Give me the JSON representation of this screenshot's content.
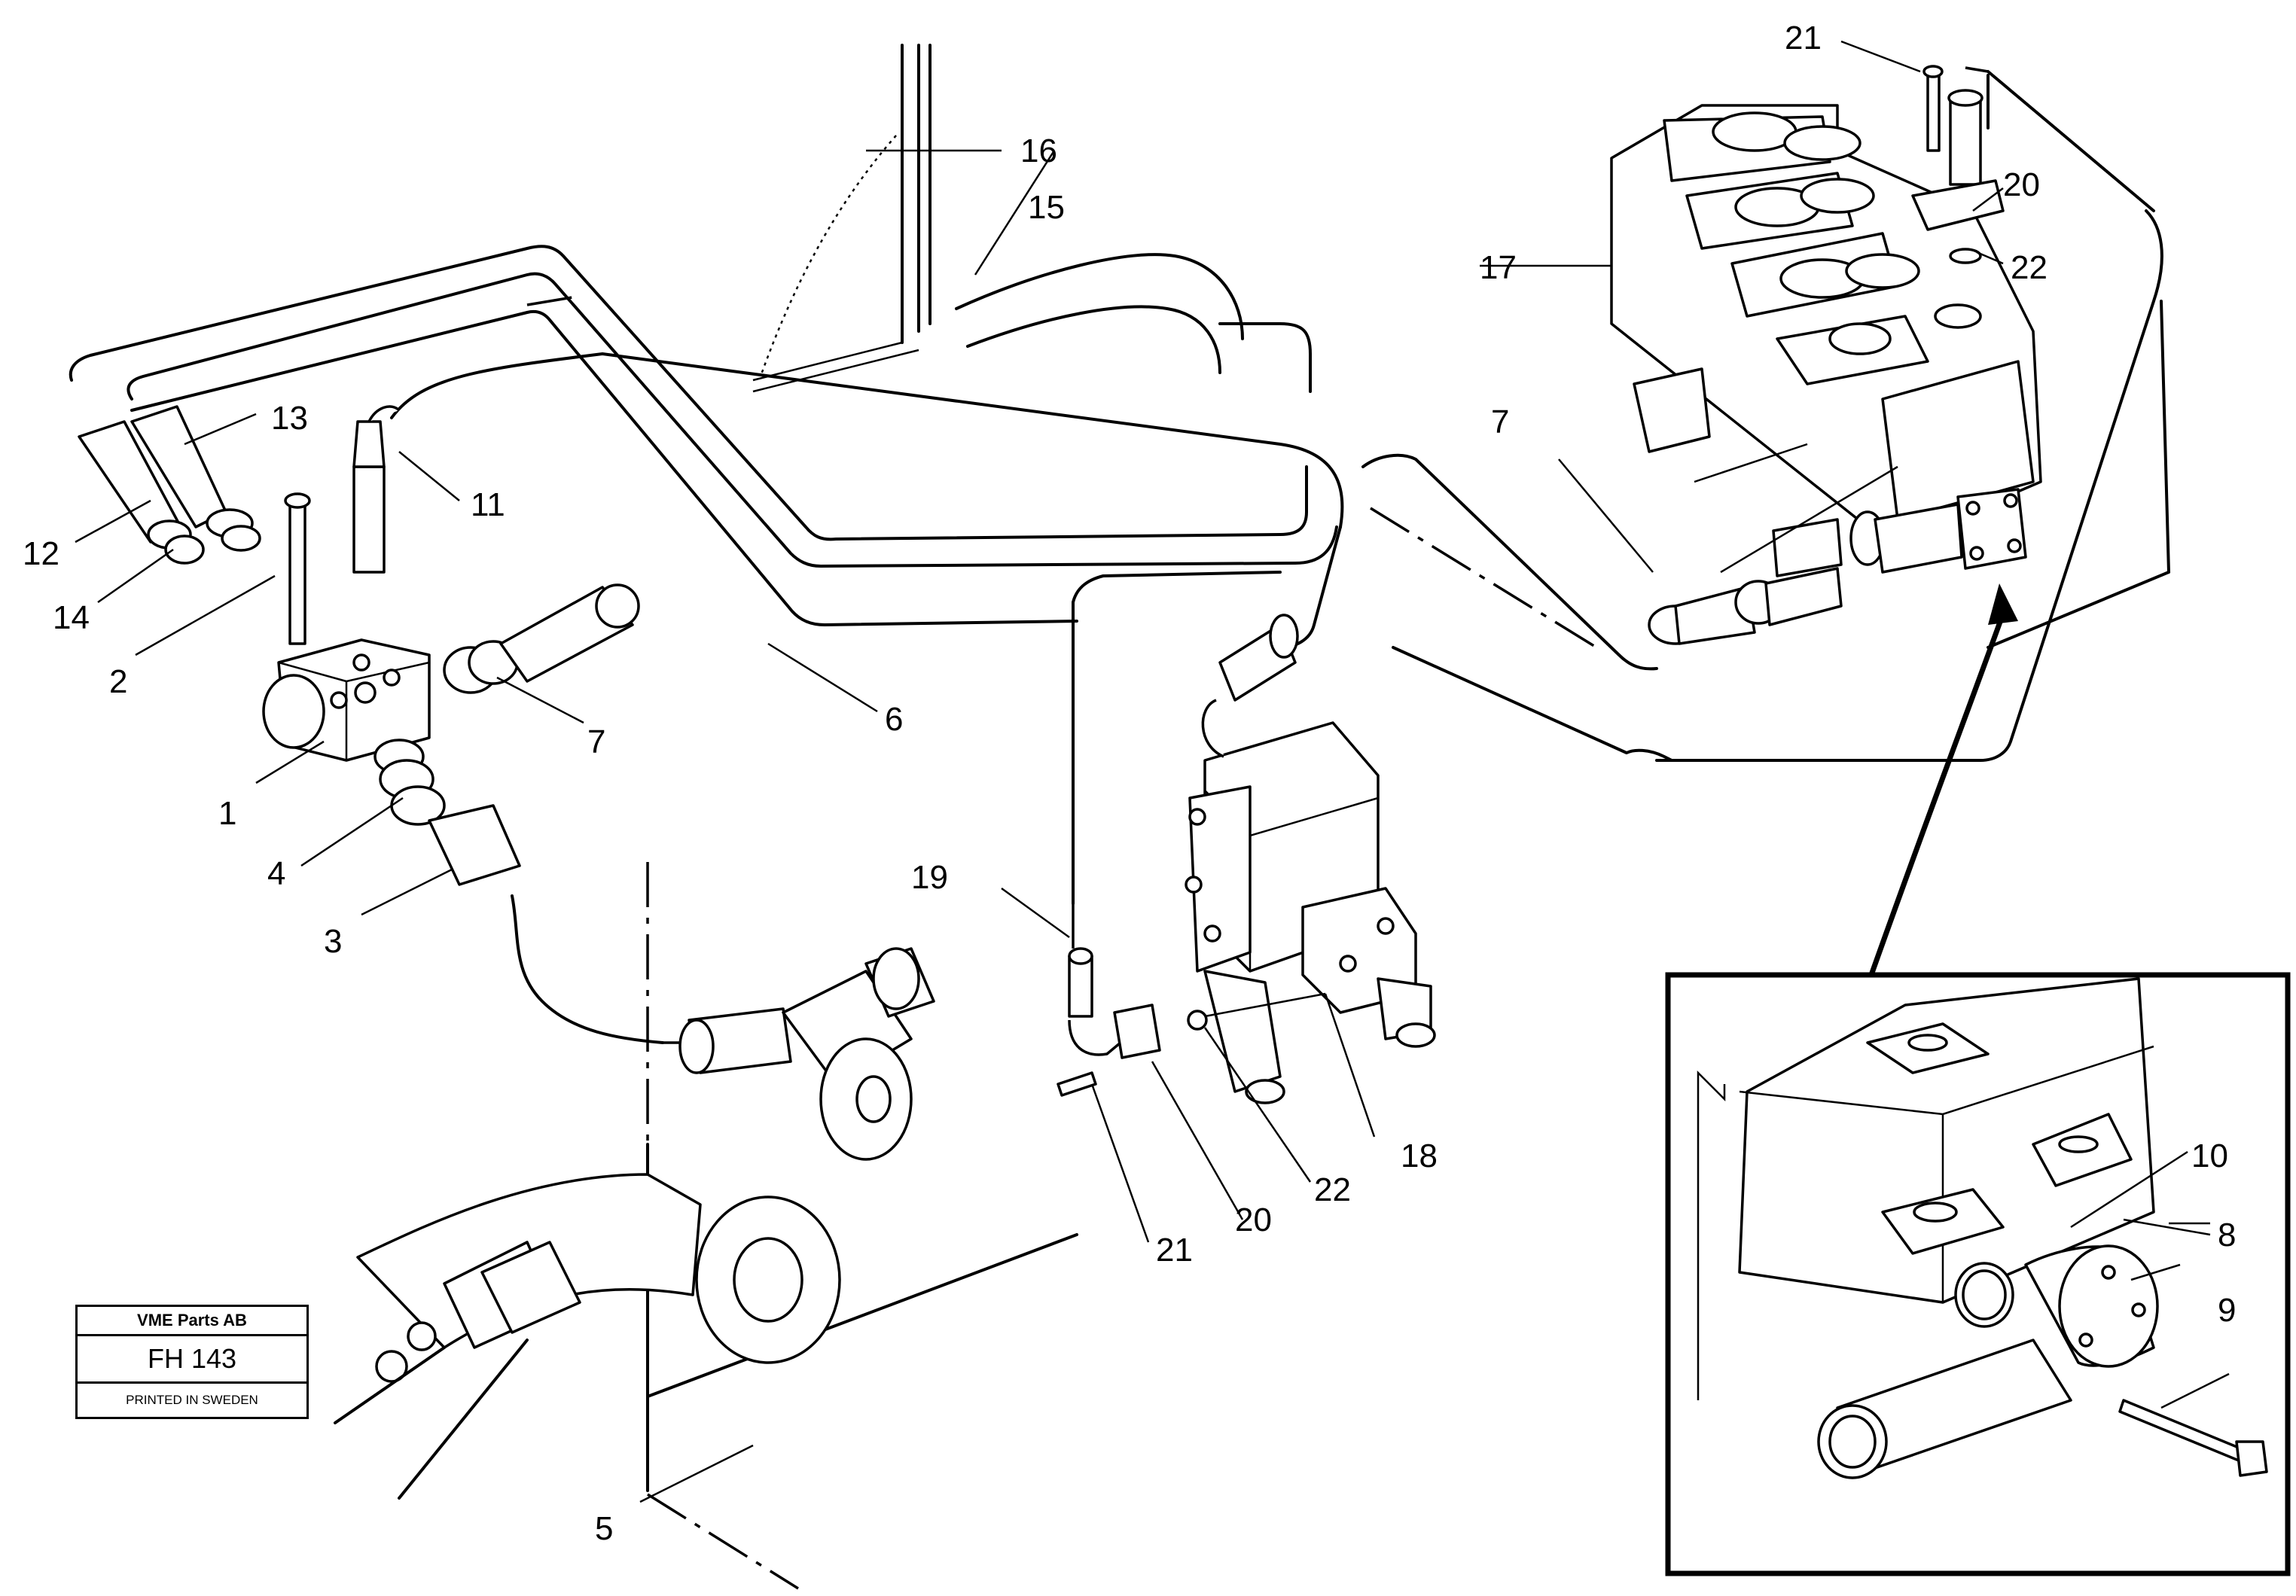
{
  "callouts": [
    {
      "id": "c1",
      "text": "1"
    },
    {
      "id": "c2",
      "text": "2"
    },
    {
      "id": "c3",
      "text": "3"
    },
    {
      "id": "c4",
      "text": "4"
    },
    {
      "id": "c5",
      "text": "5"
    },
    {
      "id": "c6",
      "text": "6"
    },
    {
      "id": "c7a",
      "text": "7"
    },
    {
      "id": "c7b",
      "text": "7"
    },
    {
      "id": "c8",
      "text": "8"
    },
    {
      "id": "c9",
      "text": "9"
    },
    {
      "id": "c10",
      "text": "10"
    },
    {
      "id": "c11",
      "text": "11"
    },
    {
      "id": "c12",
      "text": "12"
    },
    {
      "id": "c13",
      "text": "13"
    },
    {
      "id": "c14",
      "text": "14"
    },
    {
      "id": "c15",
      "text": "15"
    },
    {
      "id": "c16",
      "text": "16"
    },
    {
      "id": "c17",
      "text": "17"
    },
    {
      "id": "c18",
      "text": "18"
    },
    {
      "id": "c19",
      "text": "19"
    },
    {
      "id": "c20a",
      "text": "20"
    },
    {
      "id": "c20b",
      "text": "20"
    },
    {
      "id": "c21a",
      "text": "21"
    },
    {
      "id": "c21b",
      "text": "21"
    },
    {
      "id": "c22a",
      "text": "22"
    },
    {
      "id": "c22b",
      "text": "22"
    }
  ],
  "stamp": {
    "company": "VME Parts AB",
    "code": "FH 143",
    "printed": "PRINTED IN SWEDEN"
  }
}
